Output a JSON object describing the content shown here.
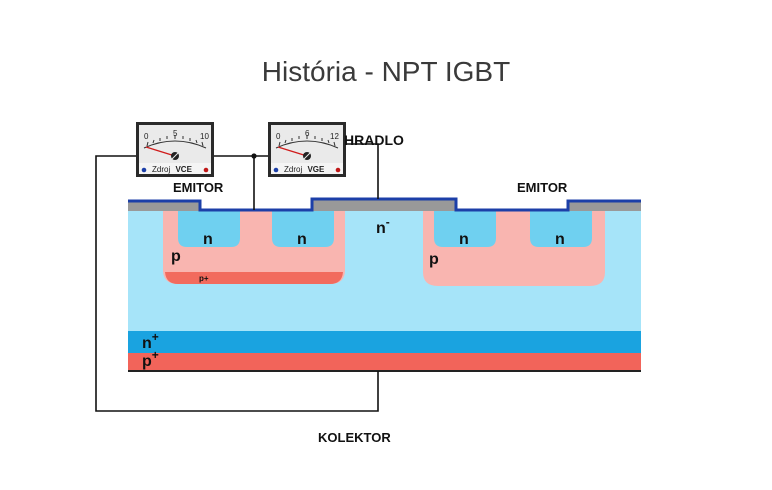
{
  "title": "História - NPT IGBT",
  "labels": {
    "hradlo": "HRADLO",
    "emitor_left": "EMITOR",
    "emitor_right": "EMITOR",
    "kolektor": "KOLEKTOR",
    "n_minus": "n",
    "n_minus_sup": "-",
    "n_plus": "n",
    "n_plus_sup": "+",
    "p_plus": "p",
    "p_plus_sup": "+",
    "p_left": "p",
    "p_right": "p",
    "p_plus_small": "p+",
    "n_wells": [
      "n",
      "n",
      "n",
      "n"
    ]
  },
  "meter_vce": {
    "scale": [
      "0",
      "5",
      "10"
    ],
    "source_prefix": "Zdroj",
    "source_label": "VCE",
    "needle_value": 0
  },
  "meter_vge": {
    "scale": [
      "0",
      "6",
      "12"
    ],
    "source_prefix": "Zdroj",
    "source_label": "VGE",
    "needle_value": 0
  },
  "colors": {
    "n_drift": "#a6e4f9",
    "p_region": "#f9b5b0",
    "p_plus_strip": "#f26b5e",
    "n_well": "#6fd0f0",
    "n_plus_layer": "#1aa3e0",
    "p_plus_layer": "#f2645a",
    "metal": "#999999",
    "metal_edge": "#1c3fa8",
    "wire": "#111111"
  }
}
